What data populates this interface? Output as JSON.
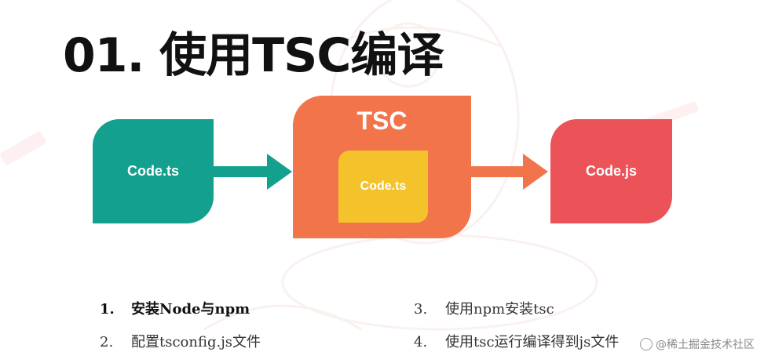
{
  "slide": {
    "title": "01. 使用TSC编译"
  },
  "diagram": {
    "input_label": "Code.ts",
    "compiler_label": "TSC",
    "inner_label": "Code.ts",
    "output_label": "Code.js"
  },
  "steps": [
    {
      "num": "1.",
      "text": "安装Node与npm"
    },
    {
      "num": "2.",
      "text": "配置tsconfig.js文件"
    },
    {
      "num": "3.",
      "text": "使用npm安装tsc"
    },
    {
      "num": "4.",
      "text": "使用tsc运行编译得到js文件"
    }
  ],
  "watermark": "@稀土掘金技术社区",
  "colors": {
    "input_box": "#14a08e",
    "compiler_box": "#f1744b",
    "inner_box": "#f4c22b",
    "output_box": "#ec5358"
  }
}
